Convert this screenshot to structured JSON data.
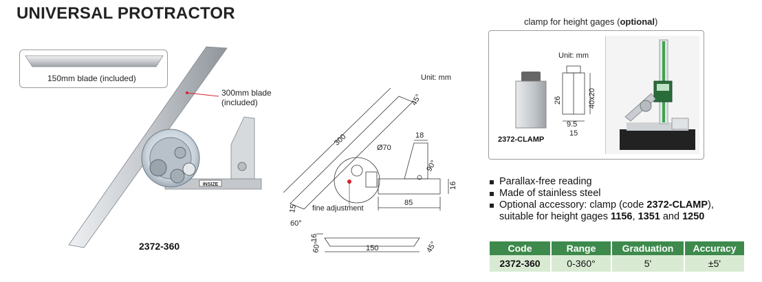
{
  "page_title": "UNIVERSAL PROTRACTOR",
  "blade_150_label": "150mm blade (included)",
  "blade_300_label_line1": "300mm blade",
  "blade_300_label_line2": "(included)",
  "product_model": "2372-360",
  "brand_mark": "INSIZE",
  "drawing": {
    "unit": "Unit: mm",
    "dim_300": "300",
    "dim_45_top": "45°",
    "dim_70": "Ø70",
    "dim_18": "18",
    "dim_90": "90°",
    "dim_16_right": "16",
    "dim_85": "85",
    "dim_15": "15",
    "dim_60": "60°",
    "fine_adjustment": "fine adjustment",
    "dim_16_bottom": "16",
    "dim_60_bottom": "60°",
    "dim_150": "150",
    "dim_45_bottom": "45°"
  },
  "clamp": {
    "heading_prefix": "clamp for height gages (",
    "heading_bold": "optional",
    "heading_suffix": ")",
    "unit": "Unit: mm",
    "dim_26": "26",
    "dim_40x20": "40x20",
    "dim_9_5": "9.5",
    "dim_15": "15",
    "code_label": "2372-CLAMP"
  },
  "features": {
    "f1": "Parallax-free reading",
    "f2": "Made of stainless steel",
    "f3_text": "Optional accessory: clamp (code ",
    "f3_bold": "2372-CLAMP",
    "f3_end": "),",
    "f4_text": "suitable for height gages ",
    "f4_b1": "1156",
    "f4_sep1": ", ",
    "f4_b2": "1351",
    "f4_sep2": " and ",
    "f4_b3": "1250"
  },
  "spec_table": {
    "headers": [
      "Code",
      "Range",
      "Graduation",
      "Accuracy"
    ],
    "row": [
      "2372-360",
      "0-360°",
      "5'",
      "±5'"
    ]
  },
  "colors": {
    "header_green": "#3d8a4c",
    "row_green": "#d9ead3",
    "pointer_red": "#d9232e"
  }
}
